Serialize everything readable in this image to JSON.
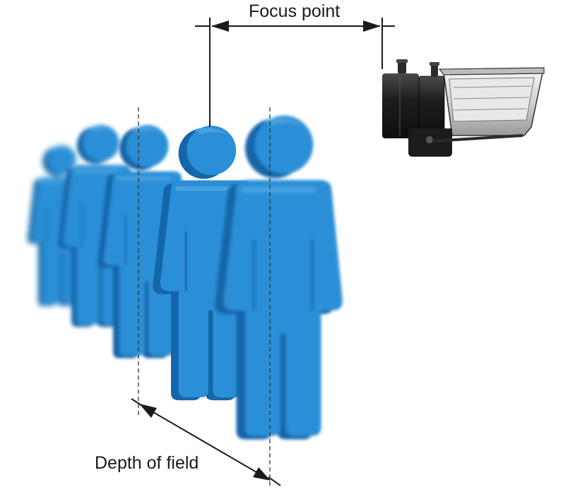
{
  "labels": {
    "focus_point": "Focus point",
    "depth_of_field": "Depth of field"
  },
  "colors": {
    "figure_blue": "#2a8fd6",
    "figure_blue_dark": "#1566a8",
    "figure_blue_light": "#5fb4ea",
    "line": "#1a1a1a",
    "camera_lens": "#1e1e1e",
    "camera_housing": "#cfcfcf"
  },
  "figures": [
    {
      "name": "figure-far-1",
      "blur": "strong"
    },
    {
      "name": "figure-far-2",
      "blur": "medium"
    },
    {
      "name": "figure-mid-1",
      "blur": "light"
    },
    {
      "name": "figure-focused",
      "blur": "none"
    },
    {
      "name": "figure-near",
      "blur": "light"
    }
  ],
  "icons": {
    "camera": "security-camera-icon",
    "person": "person-icon"
  }
}
